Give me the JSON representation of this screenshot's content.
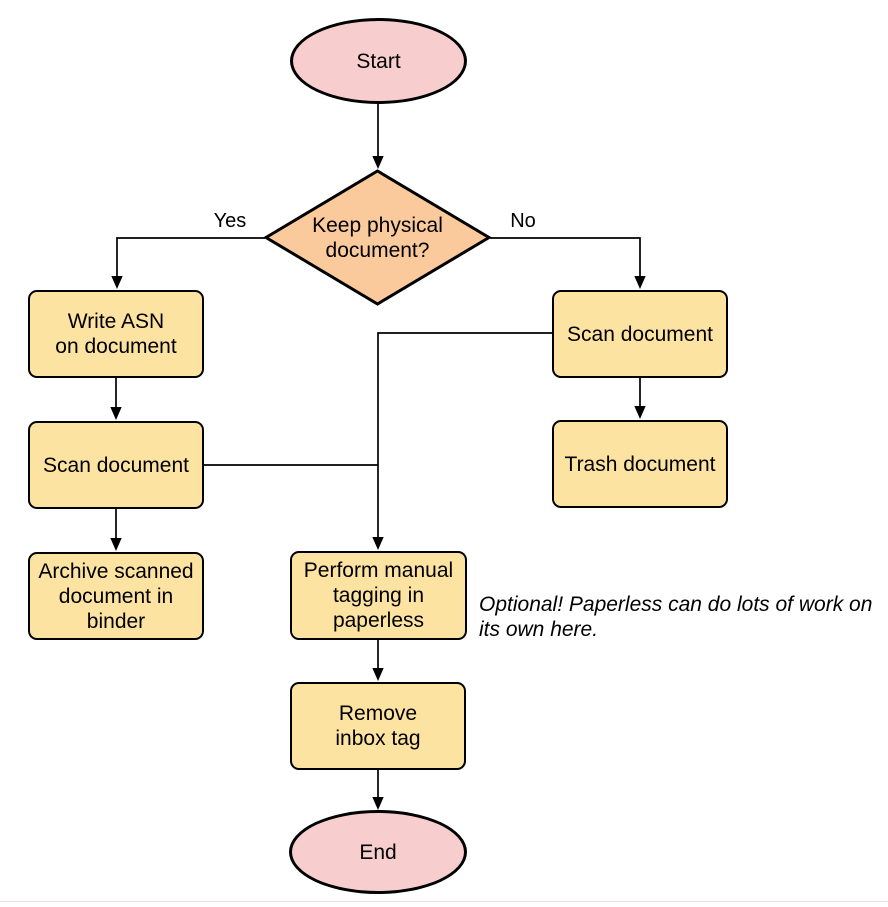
{
  "colors": {
    "terminal_fill": "#f8cdcd",
    "decision_fill": "#fbca9c",
    "process_fill": "#fce3a2",
    "stroke": "#000000",
    "bottom_rule": "#f3dedd"
  },
  "nodes": {
    "start": {
      "label": "Start",
      "type": "terminal"
    },
    "decision": {
      "label": "Keep physical\ndocument?",
      "type": "decision"
    },
    "write_asn": {
      "label": "Write ASN\non document",
      "type": "process"
    },
    "scan_left": {
      "label": "Scan document",
      "type": "process"
    },
    "archive": {
      "label": "Archive scanned\ndocument in\nbinder",
      "type": "process"
    },
    "scan_right": {
      "label": "Scan document",
      "type": "process"
    },
    "trash": {
      "label": "Trash document",
      "type": "process"
    },
    "tagging": {
      "label": "Perform manual\ntagging in\npaperless",
      "type": "process"
    },
    "remove_inbox": {
      "label": "Remove\ninbox tag",
      "type": "process"
    },
    "end": {
      "label": "End",
      "type": "terminal"
    }
  },
  "edges": {
    "yes_label": "Yes",
    "no_label": "No"
  },
  "annotation": {
    "text": "Optional! Paperless can do lots of work on\nits own here."
  }
}
